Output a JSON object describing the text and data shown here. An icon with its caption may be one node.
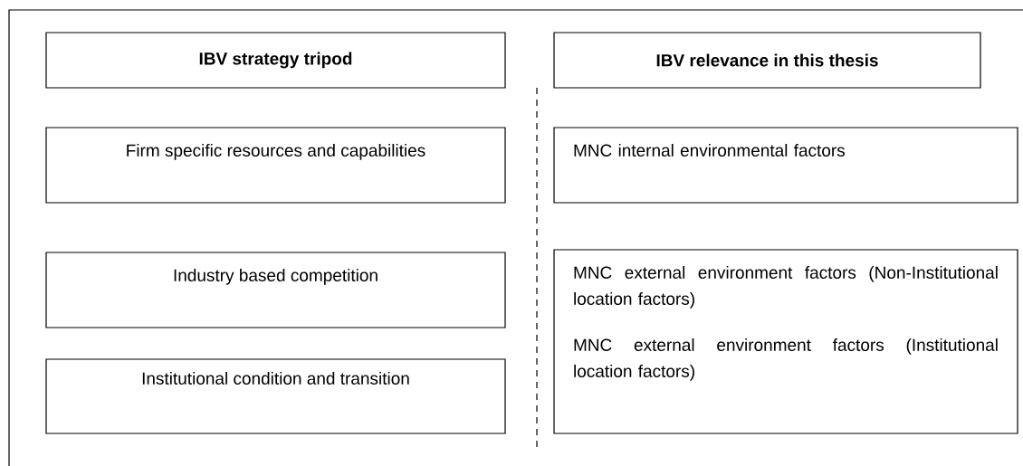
{
  "diagram": {
    "nodes": [
      {
        "text": [
          "IBV strategy tripod"
        ]
      },
      {
        "text": [
          "IBV relevance in this thesis"
        ]
      },
      {
        "text": [
          "Firm specific resources and capabilities"
        ]
      },
      {
        "text": [
          "MNC internal environmental factors"
        ]
      },
      {
        "text": [
          "Industry based competition"
        ]
      },
      {
        "text": [
          "MNC external environment factors (Non-Institutional location factors)",
          "MNC external environment factors (Institutional location factors)"
        ]
      },
      {
        "text": [
          "Institutional condition and transition"
        ]
      }
    ]
  }
}
